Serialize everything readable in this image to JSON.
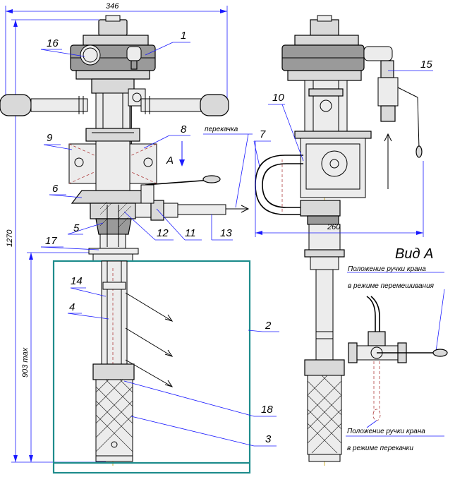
{
  "dimensions": {
    "overall_width": "346",
    "height_total": "1270",
    "immersion_depth": "903 max",
    "side_width": "260"
  },
  "labels": {
    "p1": "1",
    "p2": "2",
    "p3": "3",
    "p4": "4",
    "p5": "5",
    "p6": "6",
    "p7": "7",
    "p8": "8",
    "p9": "9",
    "p10": "10",
    "p11": "11",
    "p12": "12",
    "p13": "13",
    "p14": "14",
    "p15": "15",
    "p16": "16",
    "p17": "17",
    "p18": "18"
  },
  "annotations": {
    "pumpover": "перекачка",
    "view_marker": "А",
    "view_title": "Вид А",
    "handle_mixing_line1": "Положение ручки крана",
    "handle_mixing_line2": "в режиме перемешивания",
    "handle_pumping_line1": "Положение ручки крана",
    "handle_pumping_line2": "в режиме перекачки"
  },
  "colors": {
    "dimension_lines": "#1a1aff",
    "tank_outline": "#1e8c8c",
    "center_lines": "#c8a000"
  }
}
